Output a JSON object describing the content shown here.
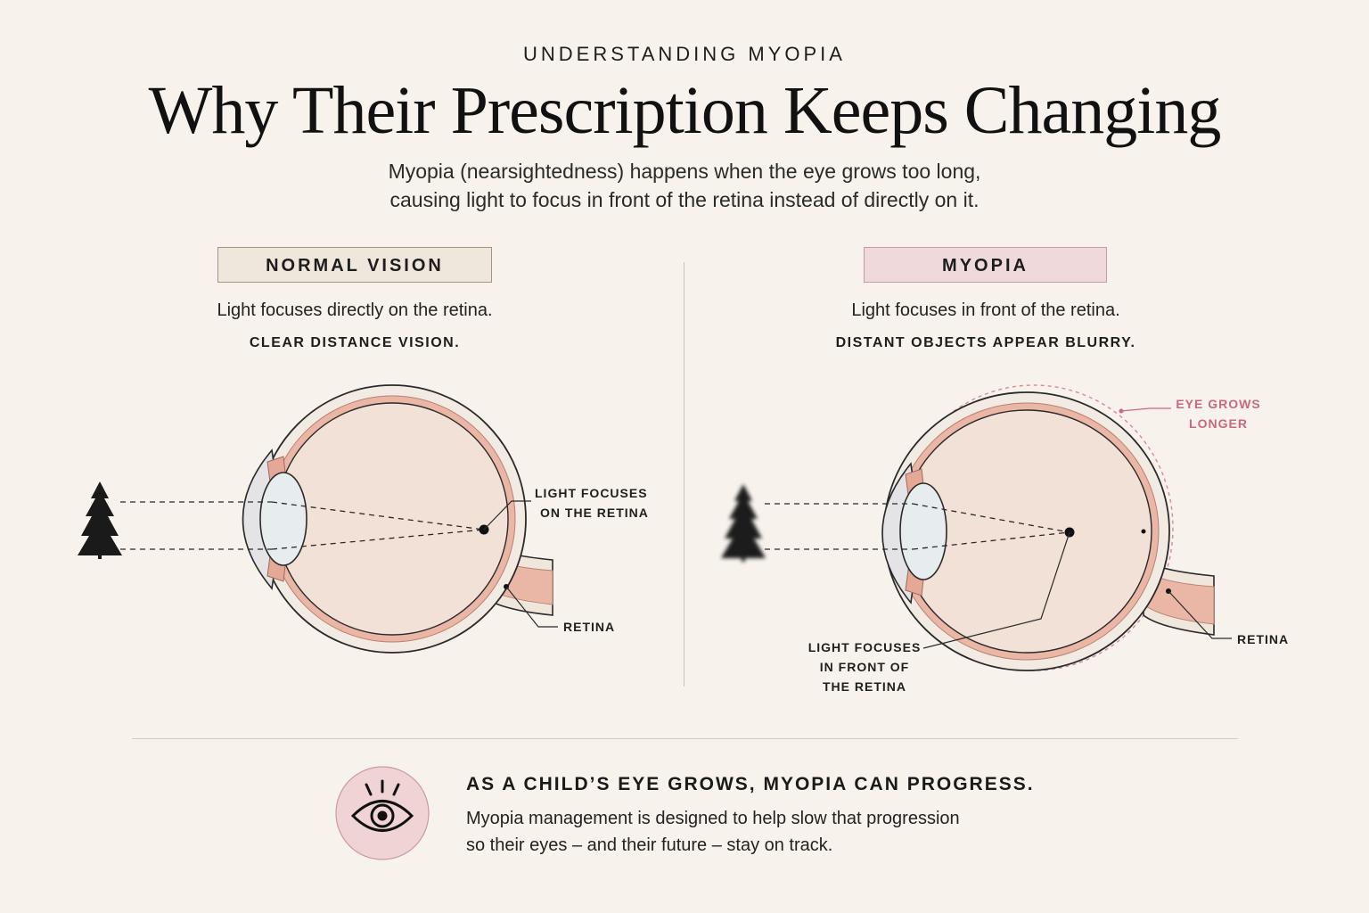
{
  "header": {
    "eyebrow": "UNDERSTANDING MYOPIA",
    "title": "Why Their Prescription Keeps Changing",
    "subtitle_line1": "Myopia (nearsightedness) happens when the eye grows too long,",
    "subtitle_line2": "causing light to focus in front of the retina instead of directly on it."
  },
  "normal": {
    "badge": "NORMAL VISION",
    "description": "Light focuses directly on the retina.",
    "note": "CLEAR DISTANCE VISION.",
    "label_focus_1": "LIGHT FOCUSES",
    "label_focus_2": "ON THE RETINA",
    "label_retina": "RETINA"
  },
  "myopia": {
    "badge": "MYOPIA",
    "description": "Light focuses in front of the retina.",
    "note": "DISTANT OBJECTS APPEAR BLURRY.",
    "label_grows_1": "EYE GROWS",
    "label_grows_2": "LONGER",
    "label_focus_1": "LIGHT FOCUSES",
    "label_focus_2": "IN FRONT OF",
    "label_focus_3": "THE RETINA",
    "label_retina": "RETINA"
  },
  "footer": {
    "title": "AS A CHILD’S EYE GROWS, MYOPIA CAN PROGRESS.",
    "body_line1": "Myopia management is designed to help slow that progression",
    "body_line2": "so their eyes – and their future – stay on track."
  },
  "icons": {
    "tree": "tree-icon",
    "eye": "eye-icon"
  },
  "colors": {
    "background": "#f7f2ec",
    "accent_pink": "#c56b7a",
    "eye_tissue": "#e9b3a2",
    "badge_normal": "#efe6dc",
    "badge_myopia": "#f0d9da"
  }
}
